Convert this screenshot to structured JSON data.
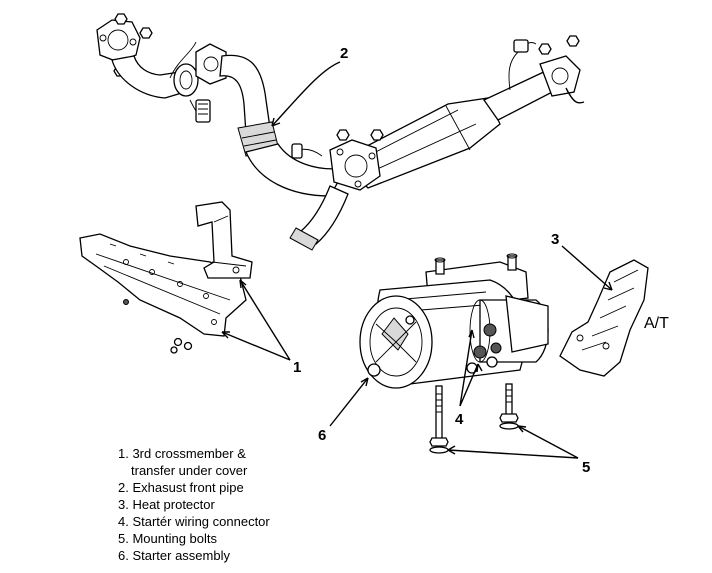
{
  "callouts": {
    "c1": "1",
    "c2": "2",
    "c3": "3",
    "c4": "4",
    "c5": "5",
    "c6": "6"
  },
  "at_label": "A/T",
  "legend": [
    {
      "line1": "1. 3rd crossmember &",
      "line2": "transfer under cover"
    },
    {
      "line1": "2. Exhasust front pipe"
    },
    {
      "line1": "3. Heat protector"
    },
    {
      "line1": "4. Startér wiring connector"
    },
    {
      "line1": "5. Mounting bolts"
    },
    {
      "line1": "6. Starter assembly"
    }
  ]
}
